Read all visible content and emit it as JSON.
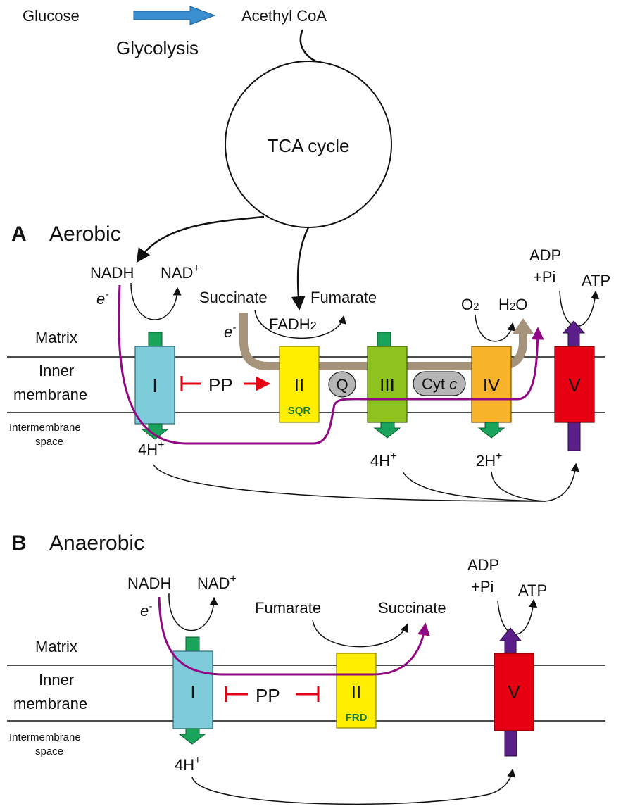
{
  "top": {
    "glucose": "Glucose",
    "acetyl_coa": "Acethyl CoA",
    "glycolysis": "Glycolysis",
    "tca_cycle": "TCA cycle"
  },
  "panel_a": {
    "letter": "A",
    "title": "Aerobic",
    "nadh": "NADH",
    "nad": "NAD",
    "nad_sup": "+",
    "electron": "e",
    "electron_sup": "-",
    "succinate": "Succinate",
    "fumarate": "Fumarate",
    "fadh2": "FADH",
    "fadh2_sub": "2",
    "o2": "O",
    "o2_sub": "2",
    "h2o_h": "H",
    "h2o_sub": "2",
    "h2o_o": "O",
    "adp": "ADP",
    "pi": "+Pi",
    "atp": "ATP",
    "complex_i": "I",
    "complex_ii": "II",
    "complex_ii_tag": "SQR",
    "q": "Q",
    "complex_iii": "III",
    "cyt_c": "Cyt ",
    "cyt_c_italic": "c",
    "complex_iv": "IV",
    "complex_v": "V",
    "pp": "PP",
    "proton_i": "4H",
    "proton_iii": "4H",
    "proton_iv": "2H",
    "proton_sup": "+"
  },
  "panel_b": {
    "letter": "B",
    "title": "Anaerobic",
    "nadh": "NADH",
    "nad": "NAD",
    "nad_sup": "+",
    "electron": "e",
    "electron_sup": "-",
    "fumarate": "Fumarate",
    "succinate": "Succinate",
    "adp": "ADP",
    "pi": "+Pi",
    "atp": "ATP",
    "complex_i": "I",
    "complex_ii": "II",
    "complex_ii_tag": "FRD",
    "complex_v": "V",
    "pp": "PP",
    "proton_i": "4H",
    "proton_sup": "+"
  },
  "labels": {
    "matrix": "Matrix",
    "inner": "Inner",
    "membrane": "membrane",
    "intermembrane": "Intermembrane",
    "space": "space"
  },
  "colors": {
    "complex_i": "#7ecbd9",
    "complex_ii": "#ffee00",
    "complex_iii": "#8dc21f",
    "complex_iv": "#f8b32b",
    "complex_v": "#e60012",
    "atp_synthase_stalk": "#5b1f8a",
    "proton_arrow": "#1aa35a",
    "electron_path": "#920783",
    "fadh_path": "#a6937c",
    "inhibitor": "#e60012",
    "carrier_gray": "#b5b5b5",
    "glycolysis_arrow": "#3a8fd0"
  }
}
